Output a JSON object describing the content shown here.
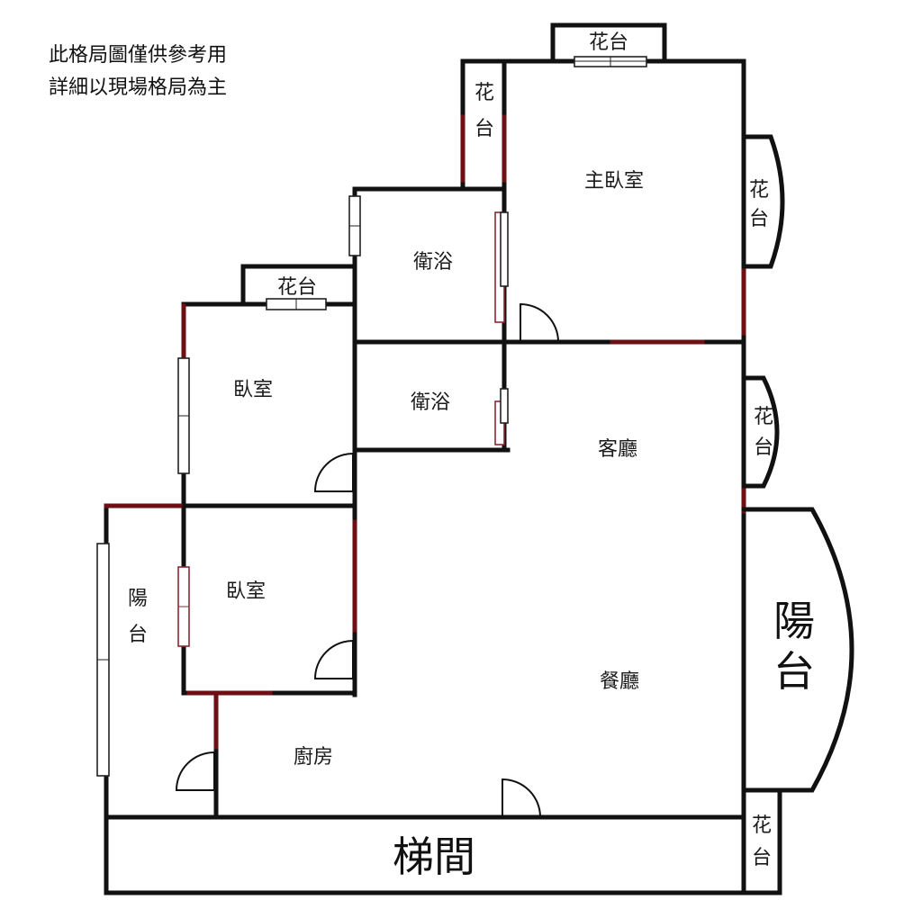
{
  "note": {
    "line1": "此格局圖僅供參考用",
    "line2": "詳細以現場格局為主"
  },
  "rooms": {
    "master_bedroom": "主臥室",
    "bath_upper": "衛浴",
    "bath_lower": "衛浴",
    "bedroom_upper": "臥室",
    "bedroom_lower": "臥室",
    "living_room": "客廳",
    "dining_room": "餐廳",
    "kitchen": "廚房",
    "stairwell": "梯間",
    "balcony_left_1": "陽",
    "balcony_left_2": "台",
    "balcony_right_1": "陽",
    "balcony_right_2": "台"
  },
  "planters": {
    "top": "花台",
    "left_of_master_1": "花",
    "left_of_master_2": "台",
    "right_upper_1": "花",
    "right_upper_2": "台",
    "right_middle_1": "花",
    "right_middle_2": "台",
    "bedroom_top": "花台",
    "bottom_right_1": "花",
    "bottom_right_2": "台"
  }
}
